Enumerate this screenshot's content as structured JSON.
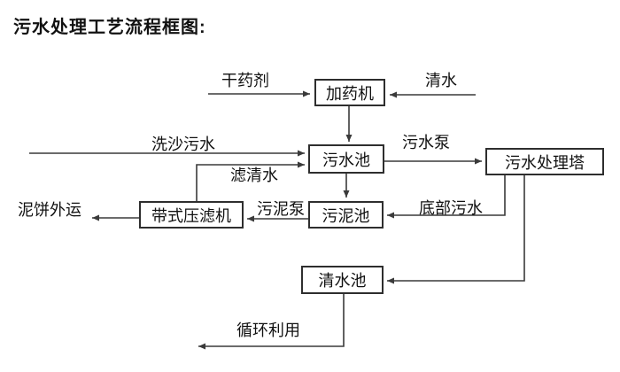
{
  "title": "污水处理工艺流程框图:",
  "nodes": {
    "dosing_machine": "加药机",
    "sewage_pool": "污水池",
    "treatment_tower": "污水处理塔",
    "sludge_pool": "污泥池",
    "belt_filter_press": "带式压滤机",
    "clean_water_pool": "清水池"
  },
  "flow_labels": {
    "dry_agent": "干药剂",
    "clean_water": "清水",
    "sand_washing_sewage": "洗沙污水",
    "sewage_pump": "污水泵",
    "filtered_water": "滤清水",
    "sludge_pump": "污泥泵",
    "bottom_sewage": "底部污水",
    "mud_cake_out": "泥饼外运",
    "recycle": "循环利用"
  },
  "colors": {
    "line": "#3a3a3a",
    "box_border": "#2e2e2e",
    "text": "#111111",
    "background": "#ffffff"
  }
}
